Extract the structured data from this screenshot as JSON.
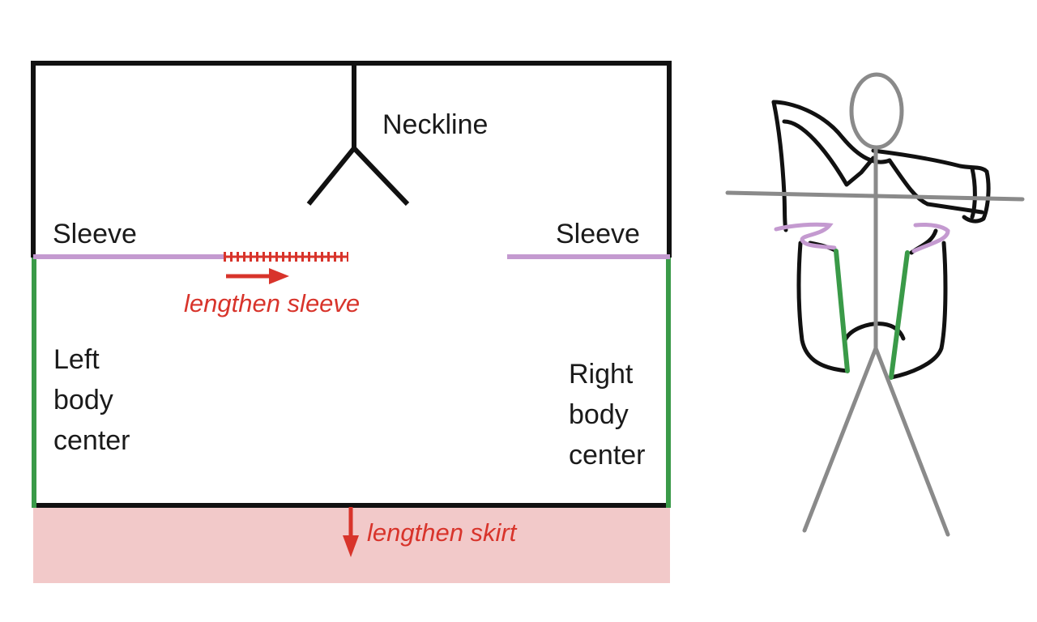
{
  "pattern": {
    "neckline_label": "Neckline",
    "sleeve_left_label": "Sleeve",
    "sleeve_right_label": "Sleeve",
    "left_body_lines": [
      "Left",
      "body",
      "center"
    ],
    "right_body_lines": [
      "Right",
      "body",
      "center"
    ],
    "lengthen_sleeve_label": "lengthen sleeve",
    "lengthen_skirt_label": "lengthen skirt"
  },
  "colors": {
    "outline": "#111111",
    "sleeve_edge": "#c49ad0",
    "body_center_edge": "#3a9a48",
    "annotation": "#d8342b",
    "skirt_extension": "#f2c9c9",
    "figure": "#8a8a8a"
  },
  "figure": {
    "description_icon": "stick-figure-wearing-garment-icon"
  }
}
